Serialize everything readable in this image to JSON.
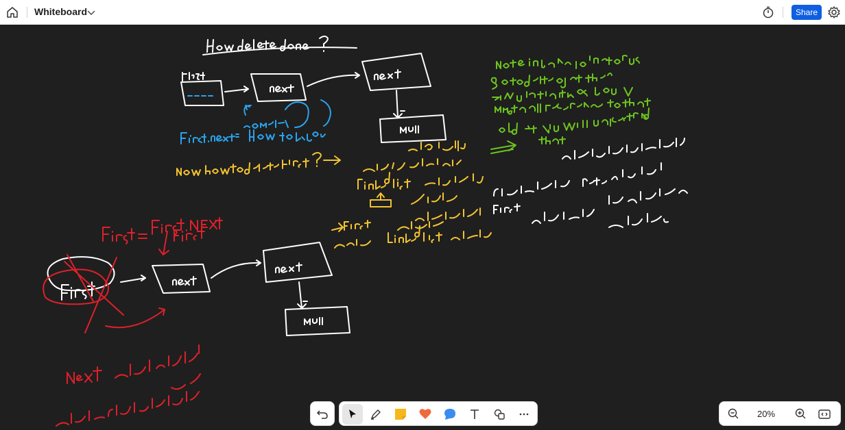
{
  "header": {
    "title": "Whiteboard",
    "share_label": "Share",
    "icons": [
      "home-icon",
      "chevron-down-icon",
      "timer-icon",
      "settings-icon"
    ]
  },
  "toolbar": {
    "tools": [
      "undo",
      "select",
      "pen",
      "sticky-note",
      "reaction",
      "comment",
      "text",
      "shapes",
      "more"
    ],
    "active_tool": "select"
  },
  "zoom": {
    "level": "20%"
  },
  "colors": {
    "canvas": "#1f1f1f",
    "share": "#0f5fe0",
    "yellow_ink": "#f4c430",
    "white_ink": "#ffffff",
    "red_ink": "#e0202a",
    "green_ink": "#6ec41e",
    "blue_ink": "#2aa4ee"
  },
  "canvas": {
    "handwriting": {
      "title": "How delete done ?",
      "first_label": "First",
      "next_1": "next",
      "next_2": "next",
      "null_1": "null",
      "blue_note": "First.next = somethin represent how to find you",
      "green_note": "Note in Java no pointers so to delete object the JVM do that for us but you must call reference to that obj & JVM will understand that",
      "yellow_question": "Now how to delete first ?",
      "yellow_arabic": "خلي بالك ! مثلاً بيكون عندي لو دخل ال linkedlist مش هعرف اكلم بيها العنصر اللي اسمها first من غيرها لذلك مينفعش linkedlist",
      "red_assign": "First = First.next",
      "red_first": "First",
      "white_first": "First",
      "white_next_1": "next",
      "white_next_2": "next",
      "white_null": "null",
      "red_arabic": "انت ال next يباصي لاله هتفضل",
      "white_arabic": "الكلام ده معناه اني محتاج افتح first تاني بتاعت ال Refer حل ال و خلي ال m ر ال يتنوف شخاله"
    }
  }
}
